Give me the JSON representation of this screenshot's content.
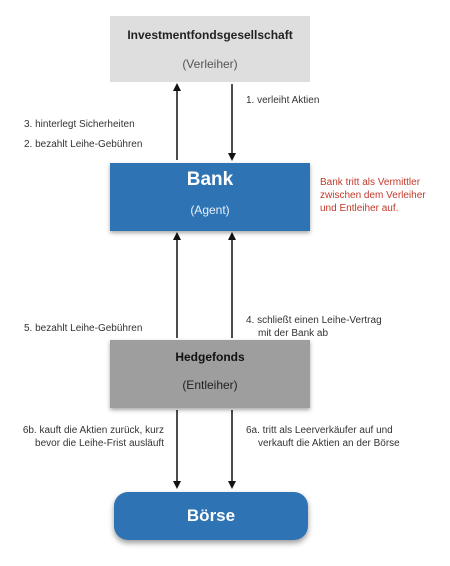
{
  "nodes": {
    "fund": {
      "title": "Investmentfondsgesellschaft",
      "role": "(Verleiher)"
    },
    "bank": {
      "title": "Bank",
      "role": "(Agent)"
    },
    "hedge": {
      "title": "Hedgefonds",
      "role": "(Entleiher)"
    },
    "boerse": {
      "title": "Börse"
    }
  },
  "labels": {
    "l1": "1. verleiht Aktien",
    "l3": "3. hinterlegt Sicherheiten",
    "l2": "2. bezahlt Leihe-Gebühren",
    "l5": "5. bezahlt Leihe-Gebühren",
    "l4_line1": "4. schließt einen Leihe-Vertrag",
    "l4_line2": "mit der Bank ab",
    "l6b_line1": "6b. kauft die Aktien zurück, kurz",
    "l6b_line2": "bevor die Leihe-Frist ausläuft",
    "l6a_line1": "6a. tritt als Leerverkäufer auf und",
    "l6a_line2": "verkauft die Aktien an der Börse"
  },
  "note": {
    "line1": "Bank tritt als Vermittler",
    "line2": "zwischen dem Verleiher",
    "line3": "und Entleiher auf."
  },
  "colors": {
    "bank": "#2e74b5",
    "fund": "#dedede",
    "hedge": "#9e9e9e",
    "boerse": "#2e74b5",
    "note": "#c0392b"
  }
}
